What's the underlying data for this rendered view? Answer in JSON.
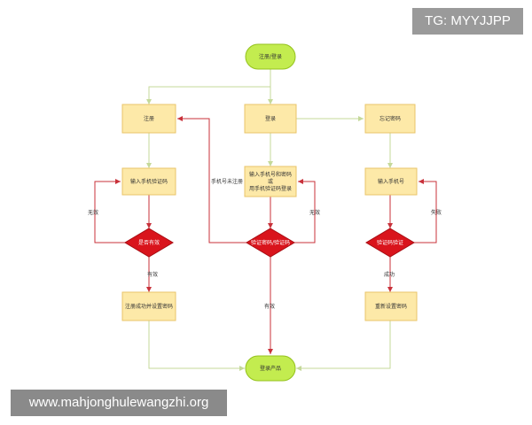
{
  "watermarks": {
    "top": "TG: MYYJJPP",
    "bottom": "www.mahjonghulewangzhi.org"
  },
  "colors": {
    "box_fill": "#fde9a8",
    "box_stroke": "#e9c46a",
    "terminal_fill": "#c3ec4f",
    "terminal_stroke": "#94c21d",
    "diamond_fill": "#d9141c",
    "diamond_stroke": "#a80d13",
    "line_green": "#c5d99a",
    "line_red": "#c8313a"
  },
  "nodes": {
    "start": "注册/登录",
    "register": "注册",
    "login": "登录",
    "forgot": "忘记密码",
    "reg_phone": "输入手机验证码",
    "login_input_1": "输入手机号和密码",
    "login_input_2": "或",
    "login_input_3": "用手机验证码登录",
    "forgot_phone": "输入手机号",
    "d_reg": "是否有效",
    "d_login": "验证密码/验证码",
    "d_forgot": "验证码验证",
    "reg_done": "注册成功并设置密码",
    "reset": "重新设置密码",
    "end": "登录产品"
  },
  "edges": {
    "unregistered": "手机号未注册",
    "invalid_left": "无效",
    "invalid_mid": "无效",
    "invalid_right": "失败",
    "valid_left": "有效",
    "valid_mid": "有效",
    "success_right": "成功"
  }
}
